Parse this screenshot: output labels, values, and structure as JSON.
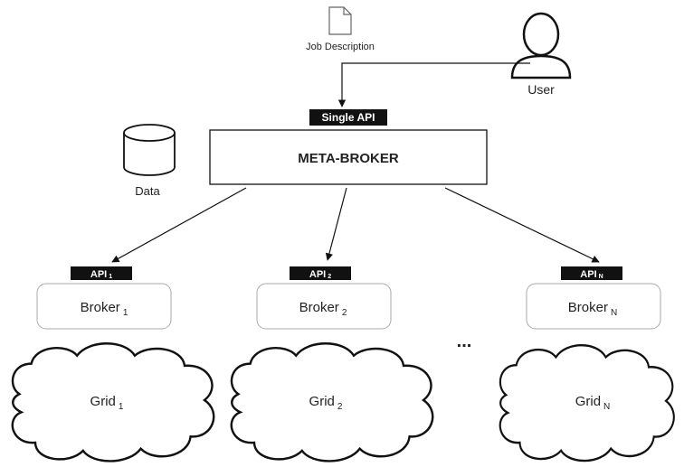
{
  "job_description": {
    "label": "Job Description"
  },
  "user": {
    "label": "User"
  },
  "data_store": {
    "label": "Data"
  },
  "meta_broker": {
    "api_label": "Single API",
    "title": "META-BROKER"
  },
  "ellipsis": "...",
  "brokers": [
    {
      "api": "API",
      "api_sub": "1",
      "name": "Broker",
      "name_sub": "1",
      "grid": "Grid",
      "grid_sub": "1"
    },
    {
      "api": "API",
      "api_sub": "2",
      "name": "Broker",
      "name_sub": "2",
      "grid": "Grid",
      "grid_sub": "2"
    },
    {
      "api": "API",
      "api_sub": "N",
      "name": "Broker",
      "name_sub": "N",
      "grid": "Grid",
      "grid_sub": "N"
    }
  ]
}
